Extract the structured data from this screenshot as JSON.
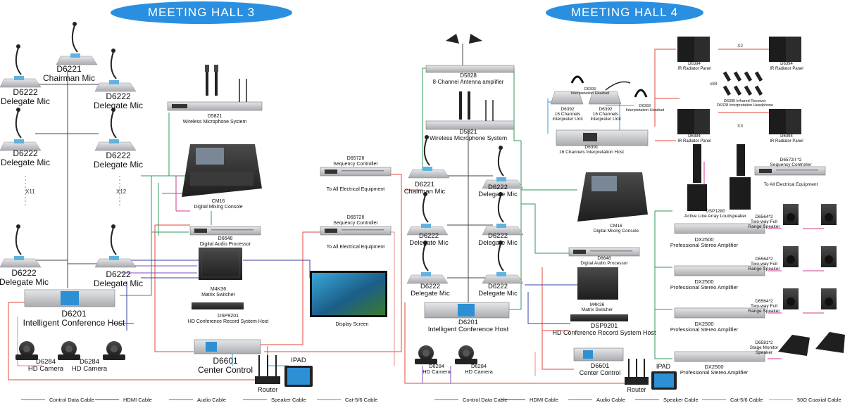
{
  "hall3": {
    "title": "MEETING HALL 3",
    "chairman": {
      "code": "D6221",
      "name": "Chairman Mic"
    },
    "delegate": {
      "code": "D6222",
      "name": "Delegate Mic"
    },
    "x11": "X11",
    "x12": "X12",
    "d5821": {
      "code": "D5821",
      "name": "Wireless Microphone System"
    },
    "cm16": {
      "code": "CM16",
      "name": "Digital Mixing Console"
    },
    "seq1": {
      "code": "D6572II",
      "name": "Sequency Controller",
      "sub": "To All Electrical Equipment"
    },
    "seq2": {
      "code": "D6572II",
      "name": "Sequency Controller",
      "sub": "To All Electrical Equipment"
    },
    "d6648": {
      "code": "D6648",
      "name": "Digital Audio Processor"
    },
    "m4k36": {
      "code": "M4K36",
      "name": "Matrix Switcher"
    },
    "dsp9201": {
      "code": "DSP9201",
      "name": "HD Conference Record System Host"
    },
    "display": {
      "name": "Display Screen"
    },
    "host": {
      "code": "D6201",
      "name": "Intelligent Conference Host"
    },
    "camera": {
      "code": "D6284",
      "name": "HD  Camera"
    },
    "center": {
      "code": "D6601",
      "name": "Center Control"
    },
    "router": "Router",
    "ipad": "IPAD"
  },
  "hall4": {
    "title": "MEETING HALL 4",
    "d5828": {
      "code": "D5828",
      "name": "8-Channel Antenna amplifier"
    },
    "d5821": {
      "code": "D5821",
      "name": "Wireless Microphone System"
    },
    "chairman": {
      "code": "D6221",
      "name": "Chairman Mic"
    },
    "delegate": {
      "code": "D6222",
      "name": "Delegate Mic"
    },
    "d6393a": {
      "code": "D6393",
      "name": "Interpretation Headset"
    },
    "d6393b": {
      "code": "D6393",
      "name": "Interpretation Headset"
    },
    "d6392a": {
      "code": "D6392",
      "name": "16 Channels",
      "sub": "Interpreter Unit"
    },
    "d6392b": {
      "code": "D6392",
      "name": "16 Channels",
      "sub": "Interpreter Unit"
    },
    "d6391": {
      "code": "D6391",
      "name": "16 Channels Interpretation Host"
    },
    "ir": {
      "code": "D6394",
      "name": "IR Radiator Panel"
    },
    "x2": "X2",
    "x3": "X3",
    "x88": "x88",
    "d6395": {
      "line1": "D6395 Infrared Receiver",
      "line2": "D6328 Interpretation Headphone"
    },
    "seq": {
      "code": "D6572II *2",
      "name": "Sequency Controller",
      "sub": "To All Electrical Equipment"
    },
    "dsp1280": {
      "code": "DSP1280",
      "name": "Active Line Array Loudspeaker"
    },
    "cm16": {
      "code": "CM16",
      "name": "Digital Mixing Console"
    },
    "d6648": {
      "code": "D6648",
      "name": "Digital Audio Processor"
    },
    "m4k36": {
      "code": "M4K36",
      "name": "Matrix Switcher"
    },
    "dsp9201": {
      "code": "DSP9201",
      "name": "HD Conference Record System Host"
    },
    "host": {
      "code": "D6201",
      "name": "Intelligent Conference Host"
    },
    "camera": {
      "code": "D6284",
      "name": "HD  Camera"
    },
    "center": {
      "code": "D6601",
      "name": "Center Control"
    },
    "router": "Router",
    "ipad": "IPAD",
    "amp": {
      "code": "DX2500",
      "name": "Professional Stereo Amplifier"
    },
    "d6564": {
      "code": "D6564*2",
      "name": "Two-way Full",
      "sub": "Range Speaker"
    },
    "d6581": {
      "code": "D6581*2",
      "name": "Stage Monitor",
      "sub": "Speaker"
    }
  },
  "legend": {
    "left": [
      {
        "label": "Control Data Cable",
        "color": "#e0473a"
      },
      {
        "label": "HDMI Cable",
        "color": "#3a3fa0"
      },
      {
        "label": "Audio Cable",
        "color": "#2e9a5a"
      },
      {
        "label": "Speaker Cable",
        "color": "#d23a8c"
      },
      {
        "label": "Cat-5/6 Cable",
        "color": "#23a6d8"
      }
    ],
    "right": [
      {
        "label": "Control Data Cable",
        "color": "#e0473a"
      },
      {
        "label": "HDMI Cable",
        "color": "#3a3fa0"
      },
      {
        "label": "Audio Cable",
        "color": "#2e9a5a"
      },
      {
        "label": "Speaker Cable",
        "color": "#d23a8c"
      },
      {
        "label": "Cat-5/6 Cable",
        "color": "#23a6d8"
      },
      {
        "label": "50Ω Coaxial Cable",
        "color": "#e88a84"
      }
    ]
  },
  "colors": {
    "banner": "#2a8fe0",
    "device": "#2b2b2b",
    "panel": "#c9cbcf"
  }
}
